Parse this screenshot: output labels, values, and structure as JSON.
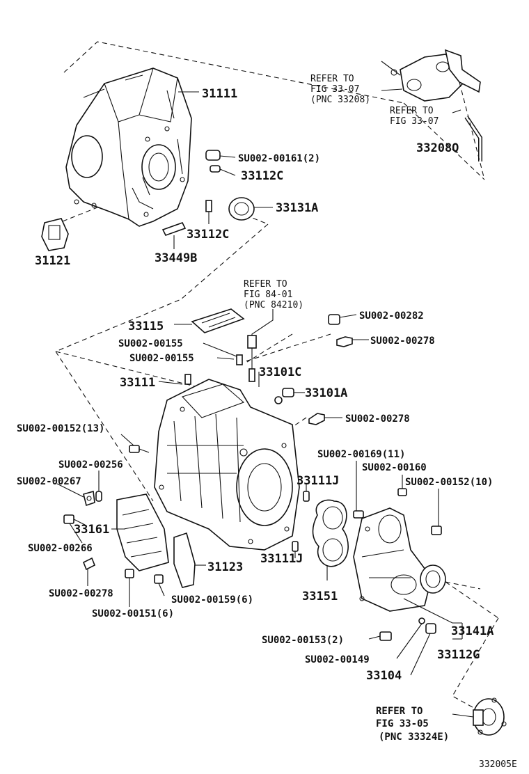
{
  "diagram_id": "332005E",
  "labels": {
    "p31111_top": "31111",
    "p31121": "31121",
    "p33449B": "33449B",
    "p33112C_a": "33112C",
    "p33112C_b": "33112C",
    "p33131A": "33131A",
    "su00161": "SU002-00161(2)",
    "refer_33_07_a_1": "REFER TO",
    "refer_33_07_a_2": "FIG 33-07",
    "refer_33_07_a_3": "(PNC 33208)",
    "refer_33_07_b_1": "REFER TO",
    "refer_33_07_b_2": "FIG 33-07",
    "p33208Q": "33208Q",
    "refer_84_1": "REFER TO",
    "refer_84_2": "FIG 84-01",
    "refer_84_3": "(PNC 84210)",
    "su00282": "SU002-00282",
    "p33115": "33115",
    "su00278_a": "SU002-00278",
    "su00155_a": "SU002-00155",
    "su00155_b": "SU002-00155",
    "p33101C": "33101C",
    "p33111_mid": "33111",
    "p33101A": "33101A",
    "su00278_b": "SU002-00278",
    "su00152_13": "SU002-00152(13)",
    "su00169": "SU002-00169(11)",
    "su00160": "SU002-00160",
    "su00256": "SU002-00256",
    "su00267": "SU002-00267",
    "p33111J_a": "33111J",
    "su00152_10": "SU002-00152(10)",
    "p33161": "33161",
    "su00266": "SU002-00266",
    "p31123": "31123",
    "p33111J_b": "33111J",
    "su00278_c": "SU002-00278",
    "p33151": "33151",
    "su00159": "SU002-00159(6)",
    "su00151": "SU002-00151(6)",
    "p33141A": "33141A",
    "su00153": "SU002-00153(2)",
    "p33112G": "33112G",
    "su00149": "SU002-00149",
    "p33104": "33104",
    "refer_33_05_1": "REFER TO",
    "refer_33_05_2": "FIG 33-05",
    "refer_33_05_3": "(PNC 33324E)"
  }
}
